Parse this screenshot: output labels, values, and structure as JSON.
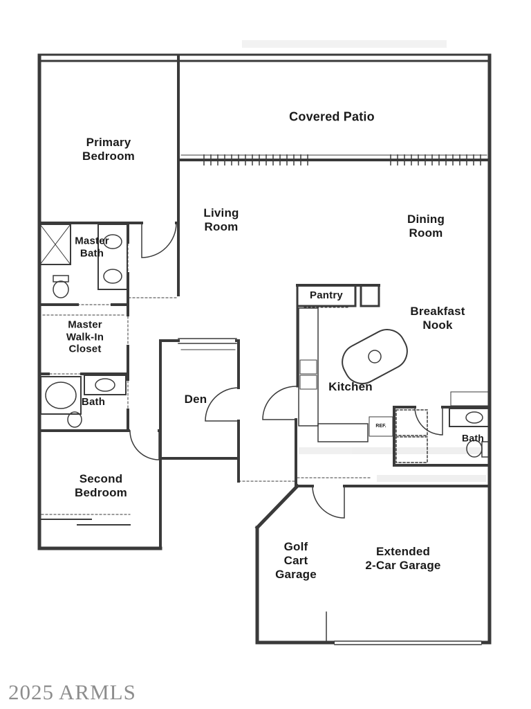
{
  "watermark": "2025 ARMLS",
  "rooms": {
    "covered_patio": "Covered Patio",
    "primary_bedroom": "Primary\nBedroom",
    "living_room": "Living\nRoom",
    "dining_room": "Dining\nRoom",
    "master_bath": "Master\nBath",
    "pantry": "Pantry",
    "breakfast_nook": "Breakfast\nNook",
    "master_walk_in_closet": "Master\nWalk-In\nCloset",
    "kitchen": "Kitchen",
    "den": "Den",
    "hall_bath": "Bath",
    "guest_bath": "Bath",
    "second_bedroom": "Second\nBedroom",
    "golf_cart_garage": "Golf\nCart\nGarage",
    "extended_garage": "Extended\n2-Car Garage"
  },
  "fixtures": {
    "refrigerator": "REF."
  },
  "colors": {
    "wall": "#3a3a3a",
    "label": "#1a1a1a",
    "watermark": "#8d8d8d",
    "background": "#ffffff"
  }
}
